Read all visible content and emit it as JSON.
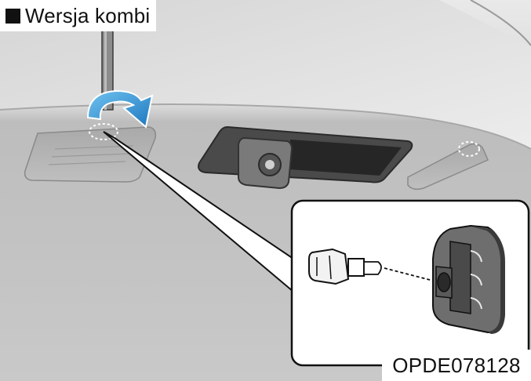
{
  "header": {
    "variant_label": "Wersja kombi"
  },
  "footer": {
    "figure_code": "OPDE078128"
  },
  "colors": {
    "body_panel": "#c7c7c7",
    "body_highlight": "#e6e6e6",
    "arrow_accent": "#2a8fd1",
    "inset_background": "#ffffff",
    "outline": "#111111"
  },
  "icons": {
    "header_marker": "black-square",
    "rotate_arrow": "rotate-arrow-icon"
  }
}
